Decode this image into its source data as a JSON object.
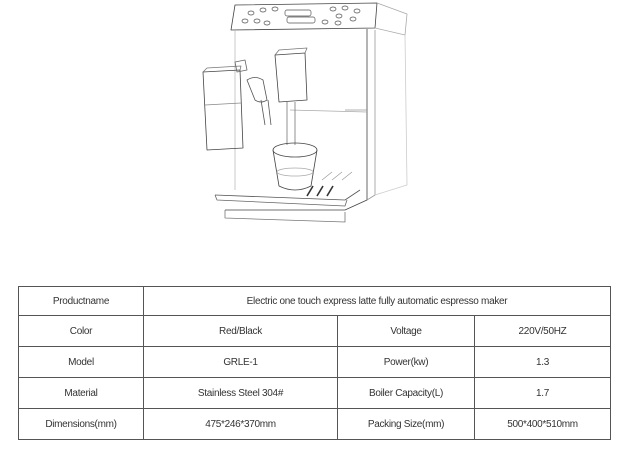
{
  "illustration": {
    "subject": "coffee-machine-line-drawing"
  },
  "spec_table": {
    "rows": [
      {
        "label": "Productname",
        "value": "Electric one touch express latte fully automatic espresso maker"
      },
      {
        "label": "Color",
        "value": "Red/Black",
        "label2": "Voltage",
        "value2": "220V/50HZ"
      },
      {
        "label": "Model",
        "value": "GRLE-1",
        "label2": "Power(kw)",
        "value2": "1.3"
      },
      {
        "label": "Material",
        "value": "Stainless Steel 304#",
        "label2": "Boiler Capacity(L)",
        "value2": "1.7"
      },
      {
        "label": "Dimensions(mm)",
        "value": "475*246*370mm",
        "label2": "Packing Size(mm)",
        "value2": "500*400*510mm"
      }
    ]
  }
}
